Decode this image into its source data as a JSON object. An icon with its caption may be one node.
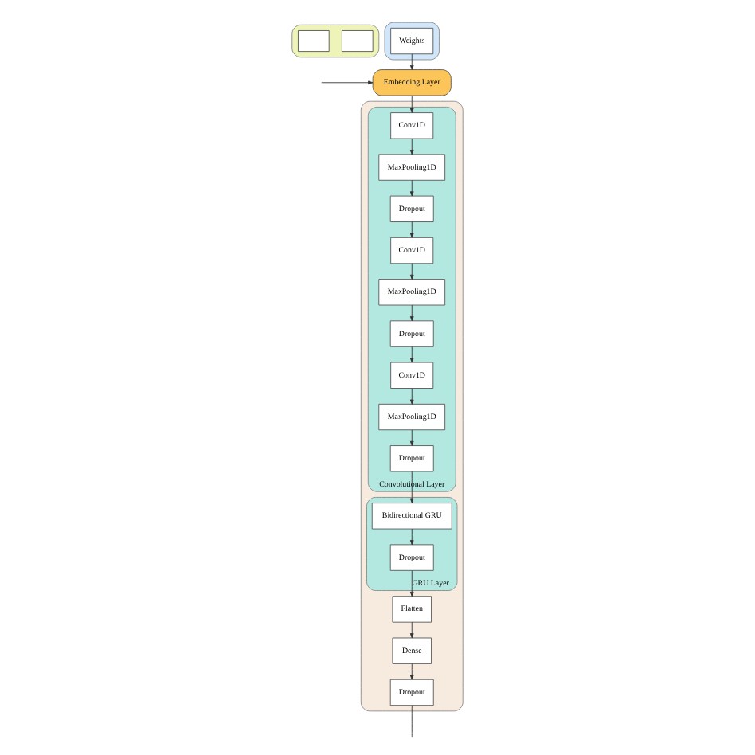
{
  "diagram": {
    "nodes": [
      {
        "text": [],
        "shape": "box"
      },
      {
        "text": [],
        "shape": "box",
        "in": 0
      },
      {
        "text": [],
        "shape": "box",
        "in": 0
      },
      {
        "text": [],
        "shape": "box"
      },
      {
        "text": [
          "Weights"
        ],
        "in": 3
      },
      {
        "text": [
          "Embedding Layer"
        ]
      },
      {
        "text": [],
        "shape": "box"
      },
      {
        "text": [
          "Convolutional Layer"
        ],
        "in": 6
      },
      {
        "text": [
          "Conv1D"
        ],
        "in": 7
      },
      {
        "text": [
          "MaxPooling1D"
        ],
        "in": 7
      },
      {
        "text": [
          "Dropout"
        ],
        "in": 7
      },
      {
        "text": [
          "Conv1D"
        ],
        "in": 7
      },
      {
        "text": [
          "MaxPooling1D"
        ],
        "in": 7
      },
      {
        "text": [
          "Dropout"
        ],
        "in": 7
      },
      {
        "text": [
          "Conv1D"
        ],
        "in": 7
      },
      {
        "text": [
          "MaxPooling1D"
        ],
        "in": 7
      },
      {
        "text": [
          "Dropout"
        ],
        "in": 7
      },
      {
        "text": [
          "GRU Layer"
        ],
        "in": 6
      },
      {
        "text": [
          "Bidirectional GRU"
        ],
        "in": 17
      },
      {
        "text": [
          "Dropout"
        ],
        "in": 17
      },
      {
        "text": [
          "Flatten"
        ],
        "in": 6
      },
      {
        "text": [
          "Dense"
        ],
        "in": 6
      },
      {
        "text": [
          "Dropout"
        ],
        "in": 6
      }
    ],
    "edges": [
      {
        "from": null,
        "to": 5,
        "arrow": "to"
      },
      {
        "from": 4,
        "to": 5,
        "arrow": "to"
      },
      {
        "from": 5,
        "to": 8,
        "arrow": "to"
      },
      {
        "from": 8,
        "to": 9,
        "arrow": "to"
      },
      {
        "from": 9,
        "to": 10,
        "arrow": "to"
      },
      {
        "from": 10,
        "to": 11,
        "arrow": "to"
      },
      {
        "from": 11,
        "to": 12,
        "arrow": "to"
      },
      {
        "from": 12,
        "to": 13,
        "arrow": "to"
      },
      {
        "from": 13,
        "to": 14,
        "arrow": "to"
      },
      {
        "from": 14,
        "to": 15,
        "arrow": "to"
      },
      {
        "from": 15,
        "to": 16,
        "arrow": "to"
      },
      {
        "from": 16,
        "to": 18,
        "arrow": "to"
      },
      {
        "from": 18,
        "to": 19,
        "arrow": "to"
      },
      {
        "from": 19,
        "to": 20,
        "arrow": "to"
      },
      {
        "from": 20,
        "to": 21,
        "arrow": "to"
      },
      {
        "from": 21,
        "to": 22,
        "arrow": "to"
      },
      {
        "from": 22,
        "to": null,
        "arrow": "none"
      }
    ]
  }
}
